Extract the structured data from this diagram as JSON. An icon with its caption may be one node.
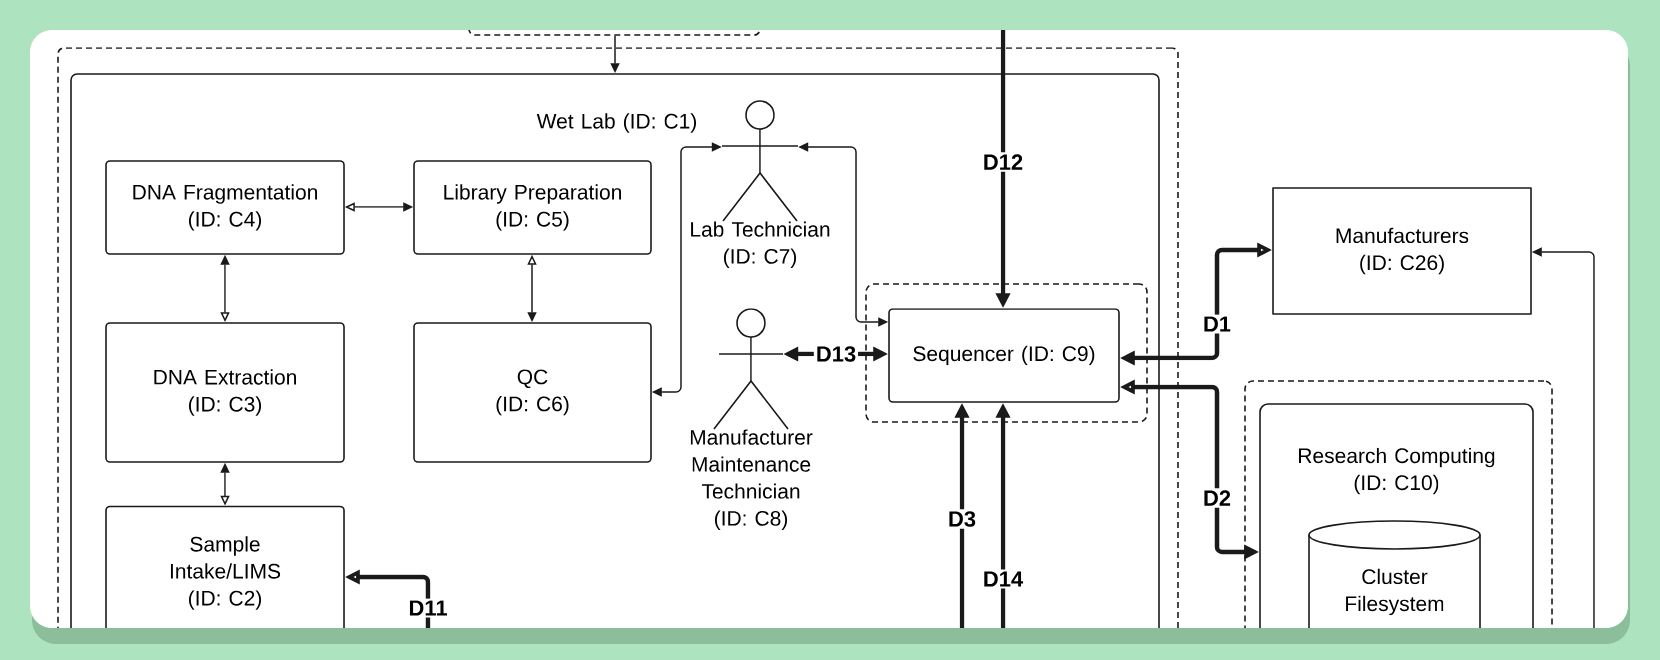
{
  "diagram": {
    "nodes": [
      {
        "text": [],
        "shape": "box"
      },
      {
        "text": [],
        "shape": "box"
      },
      {
        "text": [
          "Wet Lab (ID: C1)"
        ],
        "in": 1
      },
      {
        "text": [
          "DNA Fragmentation",
          "(ID: C4)"
        ],
        "in": 2
      },
      {
        "text": [
          "Library Preparation",
          "(ID: C5)"
        ],
        "in": 2
      },
      {
        "text": [
          "Lab Technician",
          "(ID: C7)"
        ],
        "in": 2
      },
      {
        "text": [
          "DNA Extraction",
          "(ID: C3)"
        ],
        "in": 2
      },
      {
        "text": [
          "QC",
          "(ID: C6)"
        ],
        "in": 2
      },
      {
        "text": [
          "Manufacturer Maintenance Technician",
          "(ID: C8)"
        ],
        "in": 2
      },
      {
        "text": [],
        "shape": "box",
        "in": 2
      },
      {
        "text": [
          "Sequencer (ID: C9)"
        ],
        "in": 9
      },
      {
        "text": [
          "Sample Intake/LIMS",
          "(ID: C2)"
        ],
        "in": 2
      },
      {
        "text": [
          "Manufacturers",
          "(ID: C26)"
        ]
      },
      {
        "text": [],
        "shape": "box"
      },
      {
        "text": [
          "Research Computing",
          "(ID: C10)"
        ],
        "in": 13
      },
      {
        "text": [
          "Cluster Filesystem"
        ],
        "in": 14
      }
    ],
    "edges": [
      {
        "from": 0,
        "to": 2,
        "arrow": "to"
      },
      {
        "from": 3,
        "to": 4,
        "arrow": "both"
      },
      {
        "from": 3,
        "to": 6,
        "arrow": "both"
      },
      {
        "from": 4,
        "to": 7,
        "arrow": "both"
      },
      {
        "from": 6,
        "to": 11,
        "arrow": "both"
      },
      {
        "from": 5,
        "to": 7,
        "arrow": "both"
      },
      {
        "from": 5,
        "to": 10,
        "arrow": "both"
      },
      {
        "from": 8,
        "to": 10,
        "arrow": "both",
        "label": "D13",
        "style": "thick"
      },
      {
        "from": null,
        "to": 10,
        "arrow": "to",
        "label": "D12",
        "style": "thick"
      },
      {
        "from": null,
        "to": 10,
        "arrow": "to",
        "label": "D3",
        "style": "thick"
      },
      {
        "from": null,
        "to": 10,
        "arrow": "to",
        "label": "D14",
        "style": "thick"
      },
      {
        "from": 10,
        "to": 12,
        "arrow": "both",
        "label": "D1",
        "style": "thick"
      },
      {
        "from": 10,
        "to": 14,
        "arrow": "both",
        "label": "D2",
        "style": "thick"
      },
      {
        "from": null,
        "to": 12,
        "arrow": "to"
      },
      {
        "from": null,
        "to": 11,
        "arrow": "to",
        "label": "D11",
        "style": "thick"
      }
    ]
  }
}
